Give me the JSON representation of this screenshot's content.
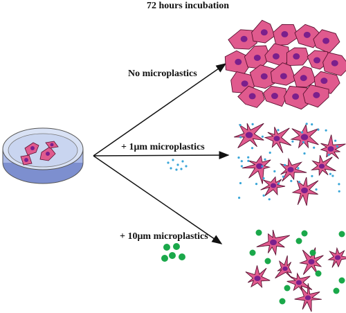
{
  "title": "72 hours incubation",
  "conditions": [
    {
      "label": "No microplastics"
    },
    {
      "label": "+ 1μm microplastics"
    },
    {
      "label": "+ 10μm microplastics"
    }
  ],
  "colors": {
    "cell": "#e05a8e",
    "nucleus": "#7b1f8c",
    "dish": "#aab8e0",
    "microplastic_1um": "#3aa6d8",
    "microplastic_10um": "#1aa84a"
  }
}
